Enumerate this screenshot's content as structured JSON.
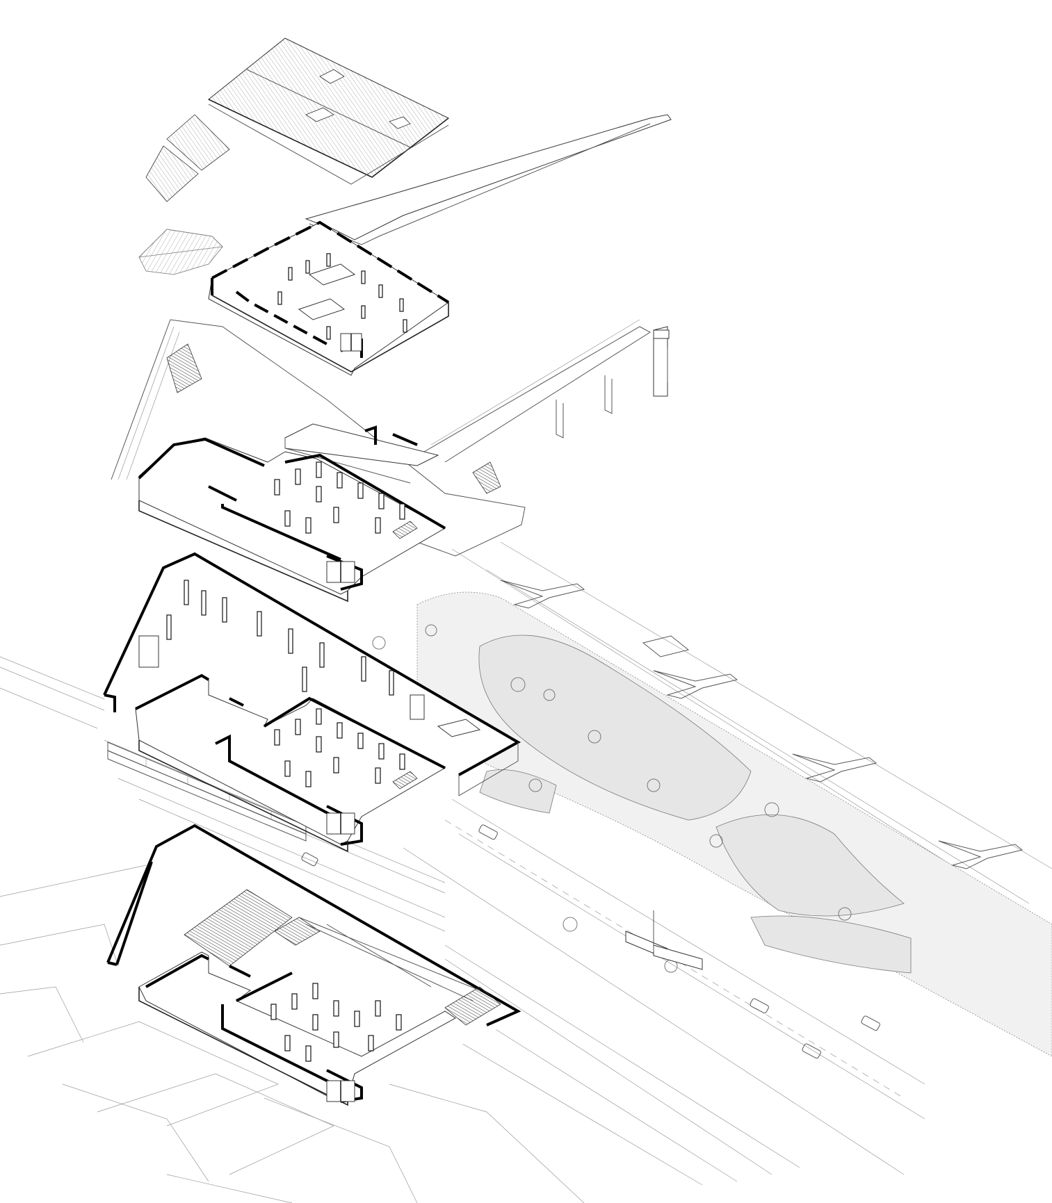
{
  "colors": {
    "background": "#ffffff",
    "line": "#555555",
    "bold_outline": "#000000",
    "stipple": "#8a8a8a",
    "hatch": "#9a9a9a"
  },
  "layers": [
    {
      "name": "roof-layer"
    },
    {
      "name": "upper-floor-layer"
    },
    {
      "name": "second-floor-layer"
    },
    {
      "name": "first-floor-layer"
    },
    {
      "name": "ground-floor-layer"
    },
    {
      "name": "site-landscape-layer"
    }
  ]
}
